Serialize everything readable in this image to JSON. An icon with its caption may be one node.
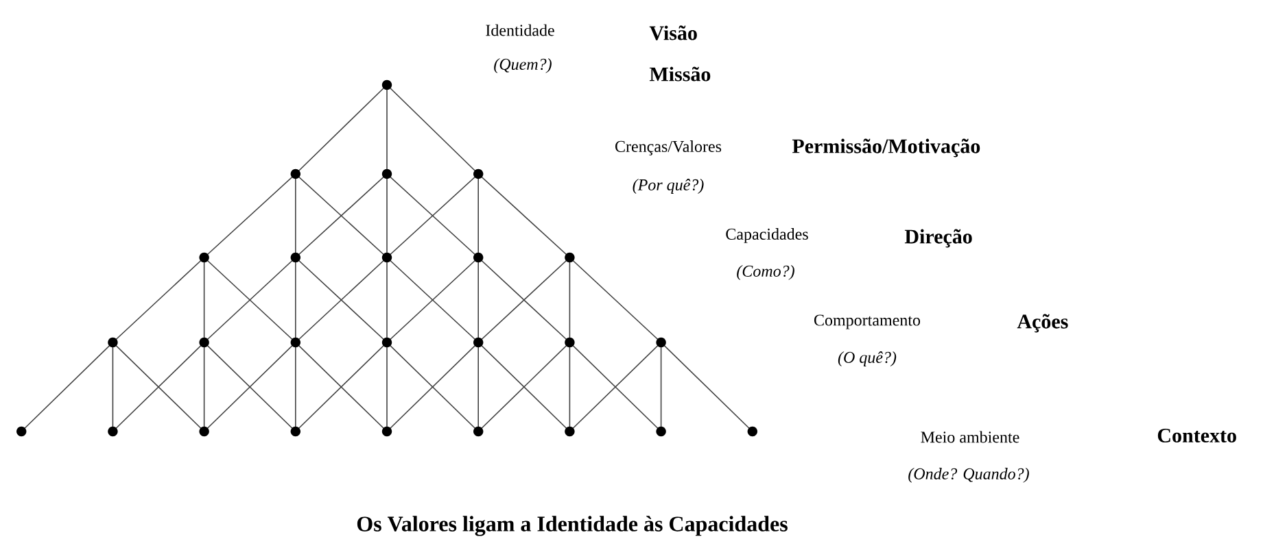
{
  "diagram": {
    "caption": "Os Valores ligam a Identidade às Capacidades",
    "labels": [
      "Identidade",
      "Visão",
      "(Quem?)",
      "Missão",
      "Crenças/Valores",
      "Permissão/Motivação",
      "(Por quê?)",
      "Capacidades",
      "Direção",
      "(Como?)",
      "Comportamento",
      "Ações",
      "(O quê?)",
      "Meio ambiente",
      "Contexto",
      "(Onde? Quando?)"
    ]
  }
}
